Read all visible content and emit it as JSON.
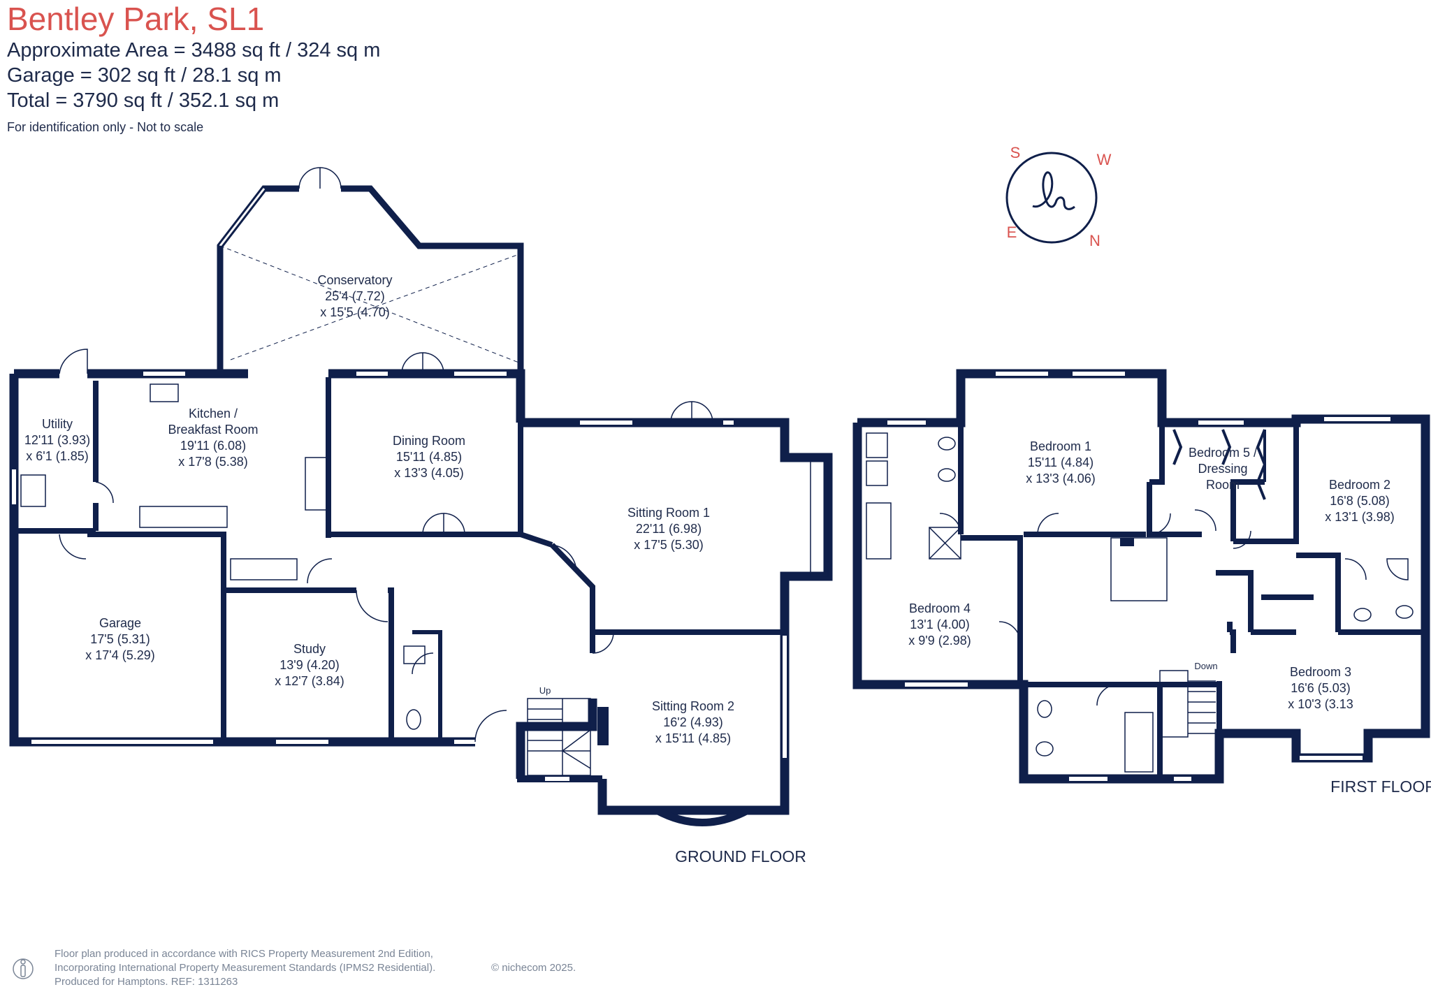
{
  "header": {
    "title": "Bentley Park, SL1",
    "area": "Approximate Area = 3488 sq ft / 324 sq m",
    "garage": "Garage = 302 sq ft / 28.1 sq m",
    "total": "Total = 3790 sq ft / 352.1 sq m",
    "note": "For identification only - Not to scale"
  },
  "compass": {
    "letters": [
      "S",
      "W",
      "E",
      "N"
    ],
    "logo": "h"
  },
  "rooms": {
    "conservatory": [
      "Conservatory",
      "25'4 (7.72)",
      "x 15'5 (4.70)"
    ],
    "utility": [
      "Utility",
      "12'11 (3.93)",
      "x 6'1 (1.85)"
    ],
    "kitchen": [
      "Kitchen /",
      "Breakfast Room",
      "19'11 (6.08)",
      "x 17'8 (5.38)"
    ],
    "dining": [
      "Dining Room",
      "15'11 (4.85)",
      "x 13'3 (4.05)"
    ],
    "sitting1": [
      "Sitting Room 1",
      "22'11 (6.98)",
      "x 17'5 (5.30)"
    ],
    "garage": [
      "Garage",
      "17'5 (5.31)",
      "x 17'4 (5.29)"
    ],
    "study": [
      "Study",
      "13'9 (4.20)",
      "x 12'7 (3.84)"
    ],
    "sitting2": [
      "Sitting Room 2",
      "16'2 (4.93)",
      "x 15'11 (4.85)"
    ],
    "bedroom1": [
      "Bedroom 1",
      "15'11 (4.84)",
      "x 13'3 (4.06)"
    ],
    "bedroom5": [
      "Bedroom 5 /",
      "Dressing",
      "Room"
    ],
    "bedroom2": [
      "Bedroom 2",
      "16'8 (5.08)",
      "x 13'1 (3.98)"
    ],
    "bedroom4": [
      "Bedroom 4",
      "13'1 (4.00)",
      "x 9'9 (2.98)"
    ],
    "bedroom3": [
      "Bedroom 3",
      "16'6 (5.03)",
      "x 10'3 (3.13"
    ]
  },
  "stairs": {
    "up": "Up",
    "down": "Down"
  },
  "floors": {
    "ground": "GROUND FLOOR",
    "first": "FIRST FLOOR"
  },
  "footer": {
    "line1": "Floor plan produced in accordance with RICS Property Measurement 2nd Edition,",
    "line2": "Incorporating International Property Measurement Standards (IPMS2 Residential).",
    "line3": "Produced for Hamptons.   REF:  1311263",
    "copyright": "© nichecom 2025."
  },
  "colors": {
    "wall": "#0f1f4a",
    "title": "#d9534f",
    "compass": "#0f1f4a",
    "compass_letters": "#d9534f",
    "footer": "#7a8596"
  }
}
